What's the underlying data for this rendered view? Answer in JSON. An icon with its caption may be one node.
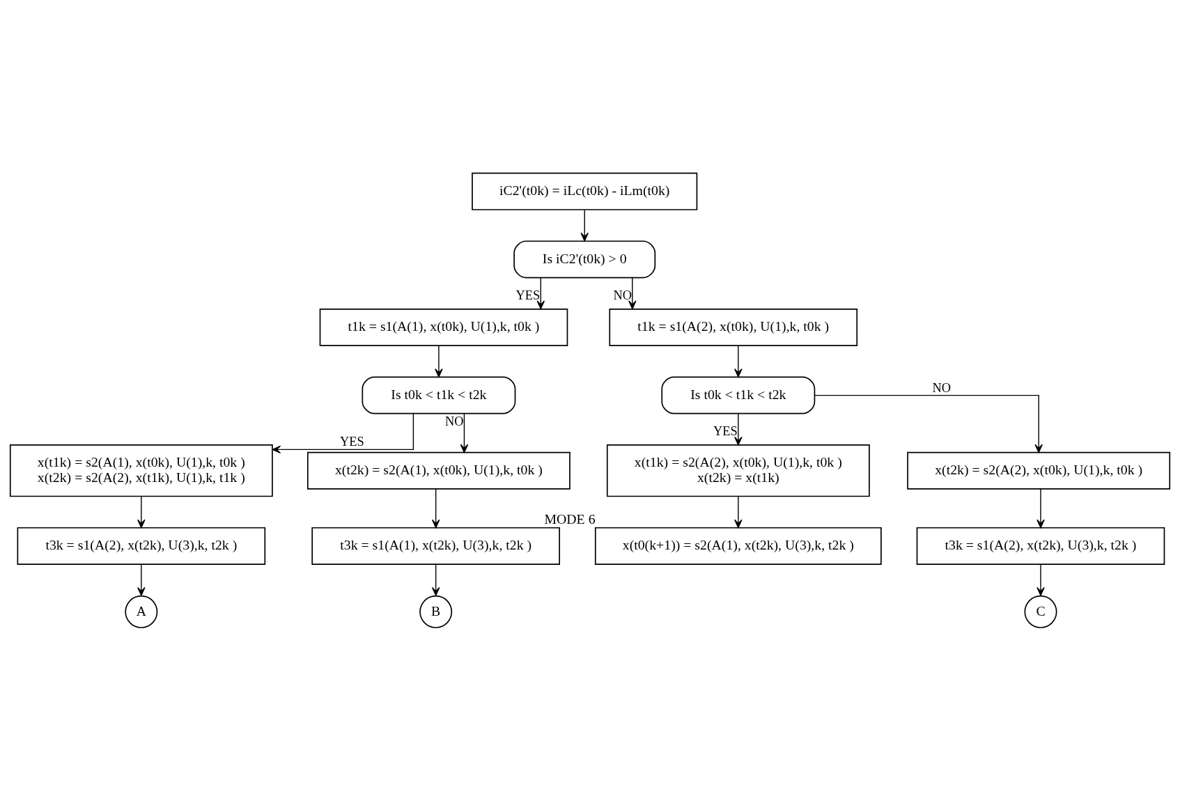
{
  "diagram": {
    "nodes": [
      {
        "text": [
          "iC2'(t0k) = iLc(t0k) - iLm(t0k)"
        ]
      },
      {
        "text": [
          "Is iC2'(t0k) > 0"
        ]
      },
      {
        "text": [
          "t1k = s1(A(1), x(t0k), U(1),k, t0k )"
        ]
      },
      {
        "text": [
          "t1k = s1(A(2), x(t0k), U(1),k, t0k )"
        ]
      },
      {
        "text": [
          "Is t0k < t1k < t2k"
        ]
      },
      {
        "text": [
          "Is t0k < t1k < t2k"
        ]
      },
      {
        "text": [
          "x(t1k) = s2(A(1), x(t0k), U(1),k, t0k )",
          "x(t2k) = s2(A(2), x(t1k), U(1),k, t1k )"
        ]
      },
      {
        "text": [
          "x(t2k) = s2(A(1), x(t0k), U(1),k, t0k )"
        ]
      },
      {
        "text": [
          "x(t1k) = s2(A(2), x(t0k), U(1),k, t0k )",
          "x(t2k) = x(t1k)"
        ]
      },
      {
        "text": [
          "x(t2k) = s2(A(2), x(t0k), U(1),k, t0k )"
        ]
      },
      {
        "text": [
          "t3k = s1(A(2), x(t2k), U(3),k, t2k )"
        ]
      },
      {
        "text": [
          "t3k = s1(A(1), x(t2k), U(3),k, t2k )"
        ]
      },
      {
        "text": [
          "x(t0(k+1)) = s2(A(1), x(t2k), U(3),k, t2k )"
        ],
        "beside": [
          "MODE 6"
        ]
      },
      {
        "text": [
          "t3k = s1(A(2), x(t2k), U(3),k, t2k )"
        ]
      },
      {
        "text": [
          "A"
        ]
      },
      {
        "text": [
          "B"
        ]
      },
      {
        "text": [
          "C"
        ]
      }
    ],
    "edges": [
      {
        "from": 0,
        "to": 1,
        "arrow": "to"
      },
      {
        "from": 1,
        "to": 2,
        "arrow": "to",
        "label": "YES"
      },
      {
        "from": 1,
        "to": 3,
        "arrow": "to",
        "label": "NO"
      },
      {
        "from": 2,
        "to": 4,
        "arrow": "to"
      },
      {
        "from": 3,
        "to": 5,
        "arrow": "to"
      },
      {
        "from": 4,
        "to": 6,
        "arrow": "to",
        "label": "YES"
      },
      {
        "from": 4,
        "to": 7,
        "arrow": "to",
        "label": "NO"
      },
      {
        "from": 5,
        "to": 8,
        "arrow": "to",
        "label": "YES"
      },
      {
        "from": 5,
        "to": 9,
        "arrow": "to",
        "label": "NO"
      },
      {
        "from": 6,
        "to": 10,
        "arrow": "to"
      },
      {
        "from": 7,
        "to": 11,
        "arrow": "to"
      },
      {
        "from": 8,
        "to": 12,
        "arrow": "to"
      },
      {
        "from": 9,
        "to": 13,
        "arrow": "to"
      },
      {
        "from": 10,
        "to": 14,
        "arrow": "to"
      },
      {
        "from": 11,
        "to": 15,
        "arrow": "to"
      },
      {
        "from": 13,
        "to": 16,
        "arrow": "to"
      }
    ]
  }
}
